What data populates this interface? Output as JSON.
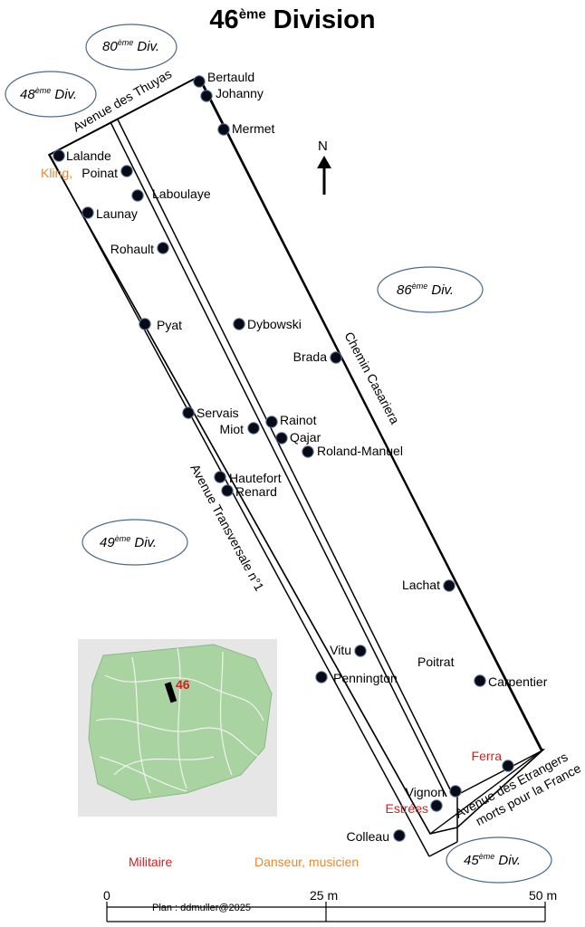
{
  "title": {
    "main": "46",
    "sup": "ème",
    "rest": " Division"
  },
  "divisions": [
    {
      "id": "80",
      "num": "80",
      "sup": "ème",
      "word": " Div."
    },
    {
      "id": "48",
      "num": "48",
      "sup": "ème",
      "word": " Div."
    },
    {
      "id": "86",
      "num": "86",
      "sup": "ème",
      "word": " Div."
    },
    {
      "id": "49",
      "num": "49",
      "sup": "ème",
      "word": " Div."
    },
    {
      "id": "45",
      "num": "45",
      "sup": "ème",
      "word": " Div."
    }
  ],
  "roads": {
    "thuyas": "Avenue des Thuyas",
    "casariera": "Chemin Casariera",
    "transversale": "Avenue Transversale n°1",
    "etrangers_line1": "Avenue des Etrangers",
    "etrangers_line2": "morts pour la France"
  },
  "north": "N",
  "graves": [
    {
      "name": "Bertauld",
      "category": "none"
    },
    {
      "name": "Johanny",
      "category": "none"
    },
    {
      "name": "Mermet",
      "category": "none"
    },
    {
      "name": "Lalande",
      "category": "none"
    },
    {
      "name": "Kling,",
      "category": "danseur"
    },
    {
      "name": "Poinat",
      "category": "none"
    },
    {
      "name": "Laboulaye",
      "category": "none"
    },
    {
      "name": "Launay",
      "category": "none"
    },
    {
      "name": "Rohault",
      "category": "none"
    },
    {
      "name": "Pyat",
      "category": "none"
    },
    {
      "name": "Dybowski",
      "category": "none"
    },
    {
      "name": "Brada",
      "category": "none"
    },
    {
      "name": "Servais",
      "category": "none"
    },
    {
      "name": "Rainot",
      "category": "none"
    },
    {
      "name": "Miot",
      "category": "none"
    },
    {
      "name": "Qajar",
      "category": "none"
    },
    {
      "name": "Roland-Manuel",
      "category": "none"
    },
    {
      "name": "Hautefort",
      "category": "none"
    },
    {
      "name": "Renard",
      "category": "none"
    },
    {
      "name": "Lachat",
      "category": "none"
    },
    {
      "name": "Vitu",
      "category": "none"
    },
    {
      "name": "Pennington",
      "category": "none"
    },
    {
      "name": "Poitrat",
      "category": "none"
    },
    {
      "name": "Carpentier",
      "category": "none"
    },
    {
      "name": "Ferra",
      "category": "militaire"
    },
    {
      "name": "Vignon",
      "category": "none"
    },
    {
      "name": "Estrées",
      "category": "militaire"
    },
    {
      "name": "Colleau",
      "category": "none"
    }
  ],
  "legend": {
    "militaire": "Militaire",
    "danseur": "Danseur, musicien"
  },
  "colors": {
    "militaire": "#d62020",
    "danseur": "#e08a3a",
    "park": "#a9d3a0",
    "ellipse_stroke": "#4a6a8a"
  },
  "scale": {
    "zero": "0",
    "mid": "25 m",
    "end": "50 m",
    "credit": "Plan : ddmuller@2025"
  },
  "inset": {
    "label": "46"
  }
}
